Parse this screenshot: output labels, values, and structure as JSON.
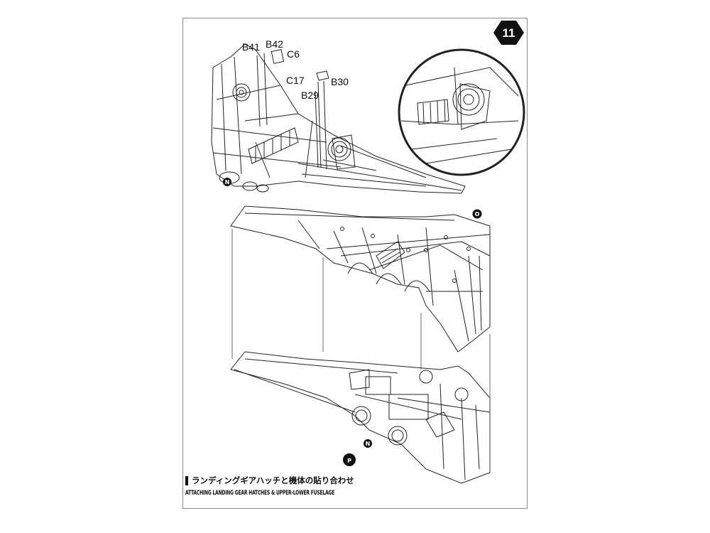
{
  "step": {
    "number": "11"
  },
  "parts": {
    "b41": "B41",
    "b42": "B42",
    "c6": "C6",
    "c17": "C17",
    "b30": "B30",
    "b29": "B29"
  },
  "markers": {
    "n_top": "N",
    "o": "O",
    "n_bottom": "N",
    "p": "P"
  },
  "caption": {
    "japanese": "ランディングギアハッチと機体の貼り合わせ",
    "english": "ATTACHING LANDING GEAR HATCHES & UPPER-LOWER FUSELAGE"
  }
}
